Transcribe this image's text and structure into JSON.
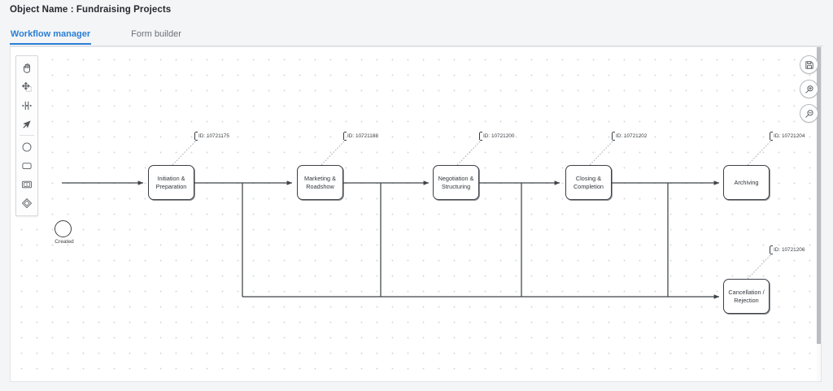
{
  "header": {
    "title": "Object Name : Fundraising Projects"
  },
  "tabs": [
    {
      "label": "Workflow manager",
      "active": true
    },
    {
      "label": "Form builder",
      "active": false
    }
  ],
  "toolbar": {
    "items": [
      {
        "icon": "hand-pan-icon",
        "name": "pan-tool"
      },
      {
        "icon": "move-select-icon",
        "name": "move-tool"
      },
      {
        "icon": "align-icon",
        "name": "align-tool"
      },
      {
        "icon": "arrow-pointer-icon",
        "name": "pointer-tool"
      },
      {
        "icon": "circle-shape-icon",
        "name": "circle-shape-tool"
      },
      {
        "icon": "rounded-rect-shape-icon",
        "name": "rectangle-shape-tool"
      },
      {
        "icon": "state-node-icon",
        "name": "state-node-tool"
      },
      {
        "icon": "diamond-shape-icon",
        "name": "diamond-shape-tool"
      }
    ]
  },
  "canvas_actions": [
    {
      "icon": "save-icon",
      "name": "save-button"
    },
    {
      "icon": "zoom-in-icon",
      "name": "zoom-in-button"
    },
    {
      "icon": "zoom-out-icon",
      "name": "zoom-out-button"
    }
  ],
  "diagram": {
    "start_node": {
      "label": "Created"
    },
    "nodes": [
      {
        "label": "Initiation &\nPreparation",
        "id_tag": "ID: 10721175"
      },
      {
        "label": "Marketing &\nRoadshow",
        "id_tag": "ID: 10721188"
      },
      {
        "label": "Negotiation &\nStructuring",
        "id_tag": "ID: 10721200"
      },
      {
        "label": "Closing &\nCompletion",
        "id_tag": "ID: 10721202"
      },
      {
        "label": "Archiving",
        "id_tag": "ID: 10721204"
      },
      {
        "label": "Cancellation /\nRejection",
        "id_tag": "ID: 10721206"
      }
    ]
  },
  "colors": {
    "accent": "#2a7fd4",
    "node_stroke": "#3b4046",
    "edge": "#3f4348",
    "page_bg": "#f4f5f7",
    "canvas_bg": "#ffffff",
    "grid_dot": "#d6d9dd"
  }
}
